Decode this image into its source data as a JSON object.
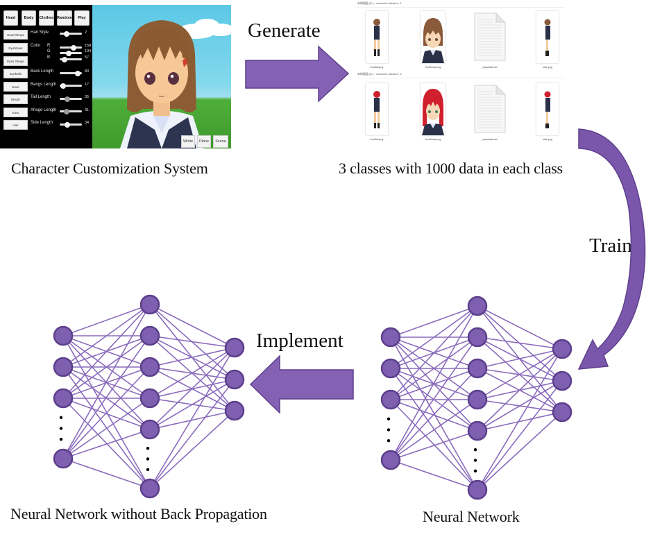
{
  "colors": {
    "accent_purple": "#7f5fae",
    "node_fill": "#7e5fb0",
    "node_stroke": "#5c3f8c",
    "edge": "#8a6bbd",
    "arrow_fill": "#8461b3",
    "arrow_stroke": "#5e3f8d",
    "text": "#111111"
  },
  "character_customization": {
    "caption": "Character Customization System",
    "tabs": [
      "Head",
      "Body",
      "Clothes",
      "Random",
      "Play"
    ],
    "categories": [
      "Head Shape",
      "Eyebrows",
      "Eyes Shape",
      "Eyeballs",
      "Nose",
      "Mouth",
      "Ears",
      "Hair"
    ],
    "properties": [
      {
        "label": "Hair Style",
        "value": "2",
        "fraction": 0.3
      },
      {
        "label": "Color",
        "channels": [
          {
            "label": "R",
            "value": "158",
            "fraction": 0.62
          },
          {
            "label": "G",
            "value": "104",
            "fraction": 0.4
          },
          {
            "label": "B",
            "value": "57",
            "fraction": 0.22
          }
        ]
      },
      {
        "label": "Back Length",
        "value": "80",
        "fraction": 0.8
      },
      {
        "label": "Bangs Length",
        "value": "17",
        "fraction": 0.17
      },
      {
        "label": "Tail Length",
        "value": "35",
        "fraction": 0.35
      },
      {
        "label": "Ahoge Length",
        "value": "31",
        "fraction": 0.31
      },
      {
        "label": "Side Length",
        "value": "34",
        "fraction": 0.34
      }
    ],
    "scene_buttons": [
      "White",
      "Plane",
      "Scene"
    ]
  },
  "dataset": {
    "caption": "3 classes with 1000 data in each class",
    "folders": [
      {
        "breadcrumb": "本地磁盘 (E:)  ›  character dataset  ›  1",
        "files": [
          "frontfull.png",
          "fronthead.png",
          "parameter.txt",
          "side.png"
        ],
        "hair_color": "#8a5a3a"
      },
      {
        "breadcrumb": "本地磁盘 (E:)  ›  character dataset  ›  2",
        "files": [
          "frontfull.png",
          "fronthead.png",
          "parameter.txt",
          "side.png"
        ],
        "hair_color": "#d0202e"
      }
    ]
  },
  "arrows": {
    "generate": "Generate",
    "train": "Train",
    "implement": "Implement"
  },
  "networks": {
    "trained": {
      "caption": "Neural Network",
      "layers": [
        4,
        6,
        3
      ],
      "ellipsis_after": [
        3,
        5,
        null
      ]
    },
    "no_backprop": {
      "caption": "Neural Network without Back Propagation",
      "layers": [
        4,
        6,
        3
      ],
      "ellipsis_after": [
        3,
        5,
        null
      ]
    }
  }
}
